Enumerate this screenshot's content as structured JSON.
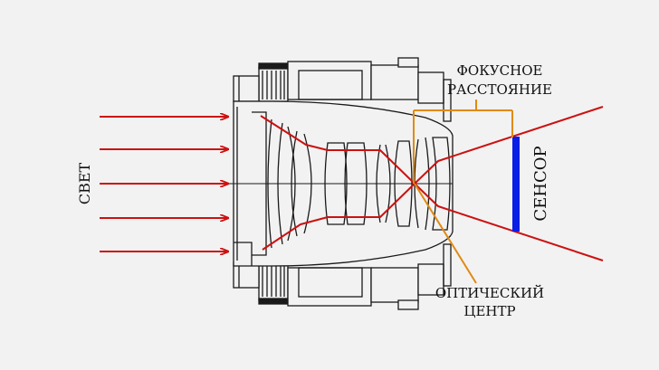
{
  "labels": {
    "light": "СВЕТ",
    "focal_line1": "ФОКУСНОЕ",
    "focal_line2": "РАССТОЯНИЕ",
    "optical_line1": "ОПТИЧЕСКИЙ",
    "optical_line2": "ЦЕНТР",
    "sensor": "СЕНСОР"
  },
  "colors": {
    "background": "#f2f2f2",
    "light_rays": "#cc1111",
    "annotation_lines": "#e08a12",
    "sensor": "#0a1ee6",
    "lens_outline": "#1a1a1a"
  },
  "icons": {
    "incoming_ray_arrow": "arrow-right-icon"
  }
}
